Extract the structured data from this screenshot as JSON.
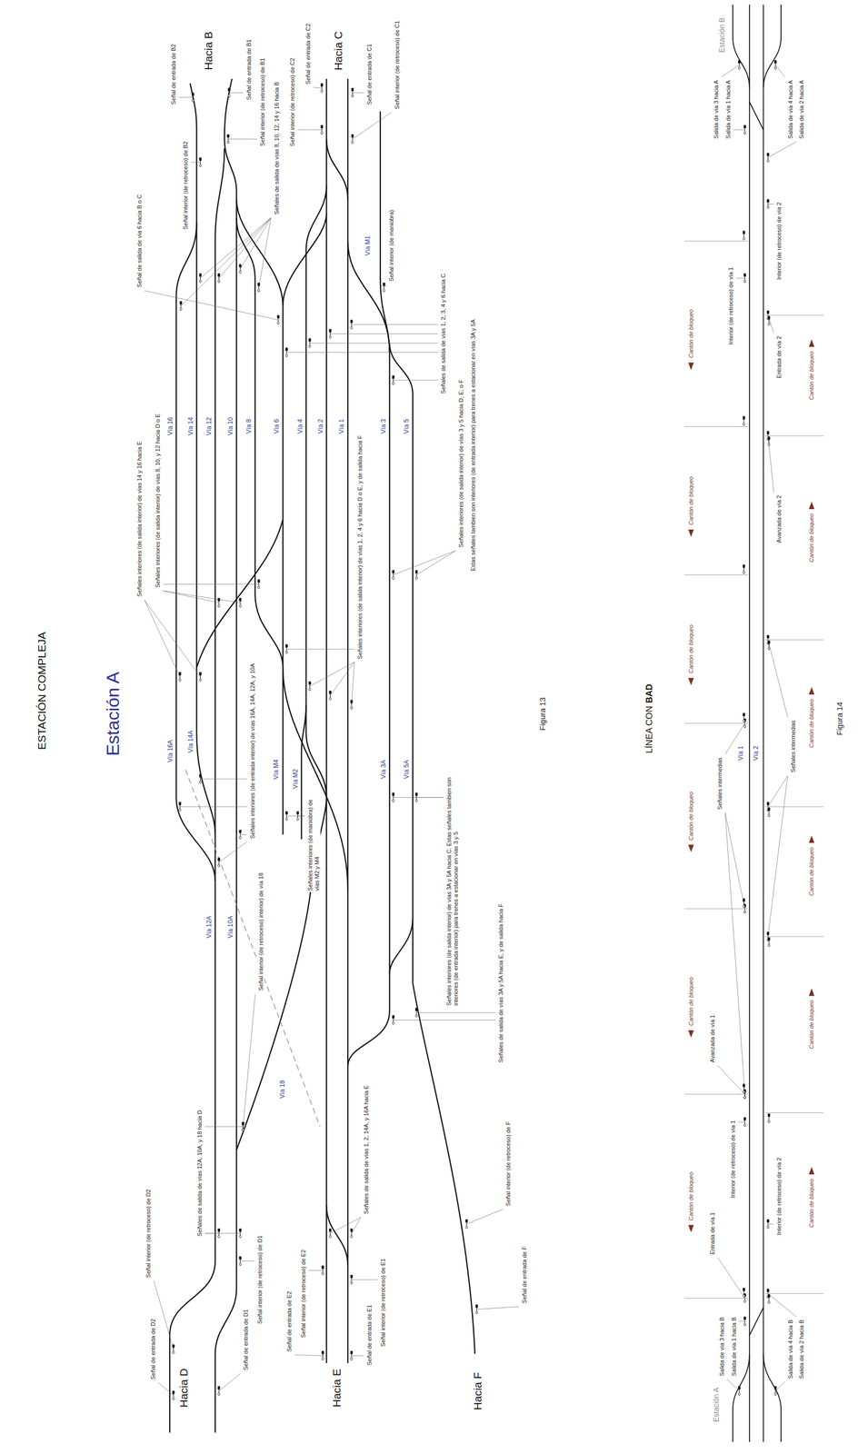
{
  "diagram": {
    "title": "ESTACIÓN COMPLEJA",
    "labels": [
      "Estación A",
      "Hacia B",
      "Hacia C",
      "Hacia D",
      "Hacia E",
      "Hacia F",
      "Señal de entrada de B2",
      "Señal interior (de retroceso) de B2",
      "Señal de salida de vía 6 hacia B o C",
      "Señal de entrada de B1",
      "Señal interior (de retroceso) de B1",
      "Señales de salida de vías 8, 10, 12, 14 y 16 hacia B",
      "Señal interior (de retroceso) de C2",
      "Señal de entrada de C2",
      "Señal de entrada de C1",
      "Señal interior (de retroceso) de C1",
      "Señal interior (de maniobra)",
      "Vía M1",
      "Señales de salida de vías 1, 2, 3, 4 y 6 hacia C",
      "Señales interiores (de salida interior) de vías 14 y 16 hacia E",
      "Señales interiores (de salida interior) de vías 8, 10, y 12 hacia D o E",
      "Vía 16",
      "Vía 14",
      "Vía 12",
      "Vía 10",
      "Vía 8",
      "Vía 6",
      "Vía 4",
      "Vía 2",
      "Vía 1",
      "Vía 3",
      "Vía 5",
      "Señales interiores (de salida interior) de vías 1, 2, 4 y 6 hacia D o E, y de salida hacia F",
      "Señales interiores (de salida interior) de vías 3 y 5 hacia D, E, o F",
      "Estas señales tambien son interiores (de entrada interior) para trenes a estacionar en vías 3A y 5A",
      "Vía 16A",
      "Vía 14A",
      "Señales interiores (de entrada interior) de vías 16A, 14A, 12A, y 10A",
      "Vía M4",
      "Vía M2",
      "Señales interiores (de maniobra) de vías M2 y M4",
      "Vía 3A",
      "Vía 5A",
      "Señales interiores (de salida interior) de vías 3A y 5A hacia C. Estas señales tambien son interiores (de entrada interior) para trenes a estacionar en vías 3 y 5",
      "Vía 12A",
      "Vía 10A",
      "Señal interior (de retroceso) interior) de vía 18",
      "Vía 18",
      "Señales de salida de vías 1, 2, 14A, y 16A hacia E",
      "Señales de salida de vías 3A y 5A hacia E, y de salida hacia F",
      "Señales de salida de vías 12A, 10A, y 18 hacia D",
      "Señal interior (de retroceso) de F",
      "Señal de entrada de F",
      "Señal interior (de retroceso) de D2",
      "Señal de entrada de D2",
      "Señal de entrada de D1",
      "Señal interior (de retroceso) de D1",
      "Señal de entrada de E2",
      "Señal interior (de retroceso) de E2",
      "Señal de entrada de E1",
      "Señal interior (de retroceso) de E1",
      "Figura 13",
      "LÍNEA CON",
      "BAD",
      "Estación B",
      "Salida de vía 3 hacia A",
      "Salida de vía 1 hacia A",
      "Salida de vía 4 hacia A",
      "Salida de vía 2 hacia A",
      "Interior (de retroceso) de vía 1",
      "Interior (de retroceso) de vía 2",
      "Entrada de vía 2",
      "Avanzada de vía 2",
      "Cantón de bloqueo",
      "Cantón de bloqueo",
      "Cantón de bloqueo",
      "Cantón de bloqueo",
      "Cantón de bloqueo",
      "Cantón de bloqueo",
      "Cantón de bloqueo",
      "Cantón de bloqueo",
      "Cantón de bloqueo",
      "Cantón de bloqueo",
      "Cantón de bloqueo",
      "Cantón de bloqueo",
      "Señales intermedias",
      "Señales intermedias",
      "Vía 1",
      "Vía 2",
      "Avanzada de vía 1",
      "Entrada de vía 1",
      "Interior (de retroceso) de vía 1",
      "Interior (de retroceso) de vía 2",
      "Estación A",
      "Salida de vía 3 hacia B",
      "Salida de vía 1 hacia B",
      "Salida de vía 4 hacia B",
      "Salida de vía 2 hacia B",
      "Figura 14"
    ]
  }
}
